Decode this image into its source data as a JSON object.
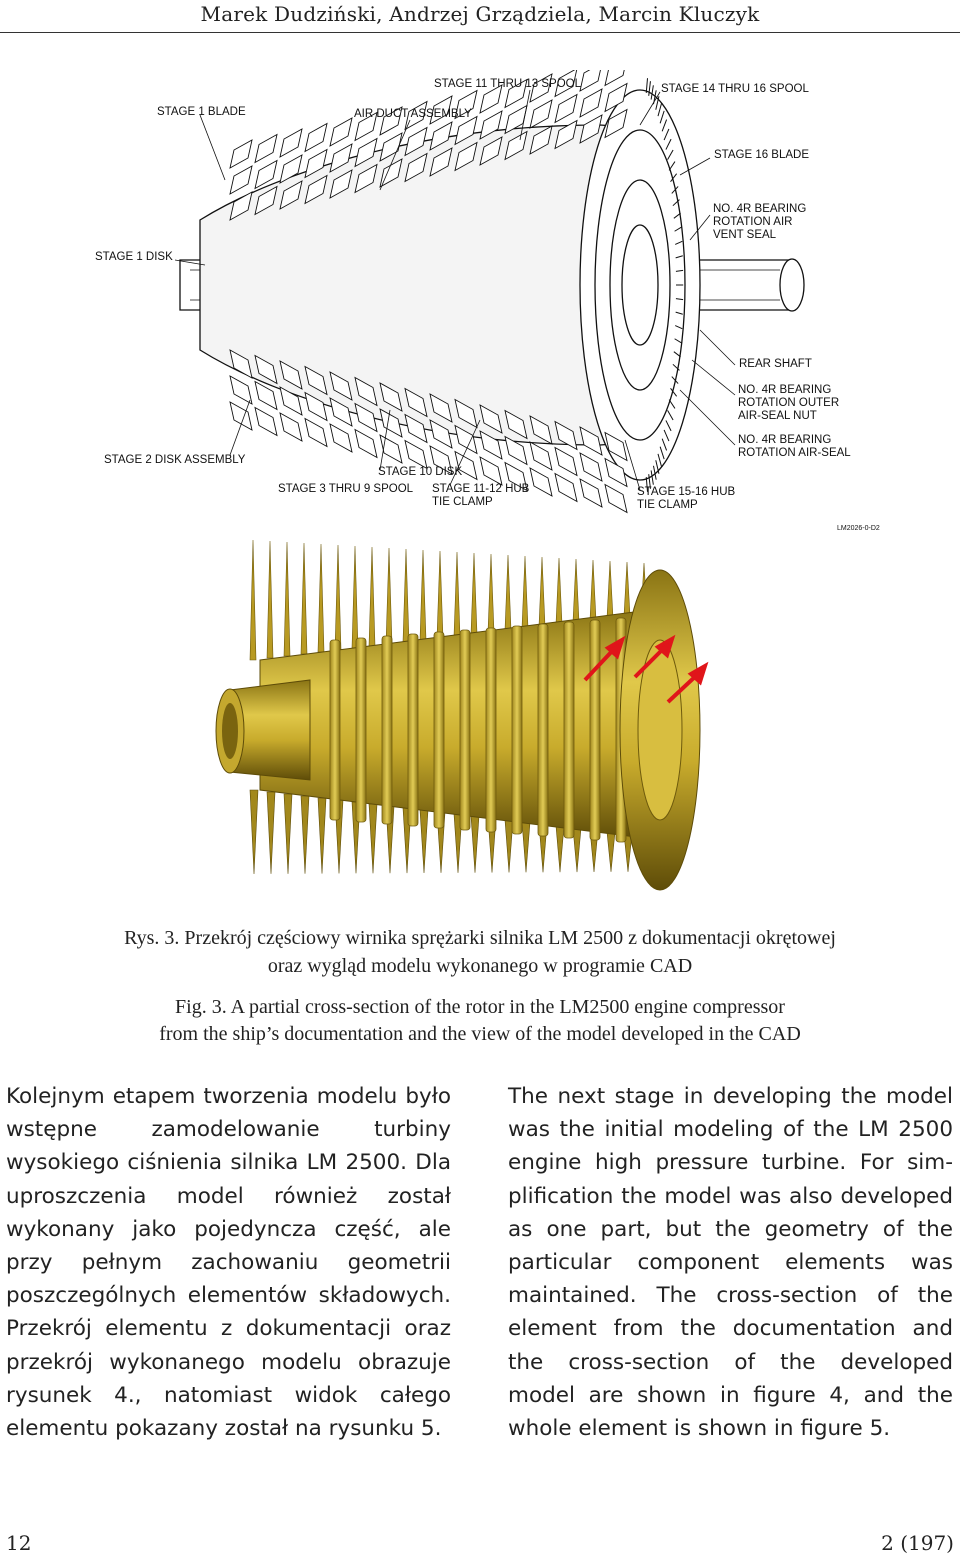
{
  "header": {
    "authors": "Marek Dudziński, Andrzej Grządziela, Marcin Kluczyk"
  },
  "figure_top": {
    "labels": {
      "stage1_blade": "STAGE 1 BLADE",
      "air_duct": "AIR DUCT ASSEMBLY",
      "stage11_13": "STAGE 11 THRU 13 SPOOL",
      "stage14_16": "STAGE 14 THRU 16 SPOOL",
      "stage16_blade": "STAGE 16 BLADE",
      "bearing_vent": "NO. 4R BEARING\nROTATION AIR\nVENT SEAL",
      "stage1_disk": "STAGE 1 DISK",
      "rear_shaft": "REAR SHAFT",
      "bearing_nut": "NO. 4R BEARING\nROTATION OUTER\nAIR-SEAL NUT",
      "bearing_seal": "NO. 4R BEARING\nROTATION AIR-SEAL",
      "stage2_disk": "STAGE 2 DISK ASSEMBLY",
      "stage10_disk": "STAGE 10 DISK",
      "stage3_9": "STAGE 3 THRU 9 SPOOL",
      "stage11_12_clamp": "STAGE 11-12 HUB\nTIE CLAMP",
      "stage15_16_clamp": "STAGE 15-16 HUB\nTIE CLAMP",
      "drawing_code": "LM2026-0-D2"
    }
  },
  "caption": {
    "pl_line1": "Rys. 3. Przekrój częściowy wirnika sprężarki silnika LM 2500 z dokumentacji okrętowej",
    "pl_line2": "oraz wygląd modelu wykonanego w programie CAD",
    "en_line1": "Fig. 3. A partial cross-section of the rotor in the LM2500 engine compressor",
    "en_line2": "from the ship’s documentation and the view of the model developed in the CAD"
  },
  "body": {
    "left": "Kolejnym etapem tworzenia modelu było wstępne zamodelowanie turbiny wysokiego ciśnienia silnika LM 2500. Dla uproszczenia model również został wykonany jako pojedyncza część, ale przy pełnym zachowaniu geometrii poszczególnych elementów składo­wych. Przekrój elementu z dokumen­tacji oraz przekrój wykonanego mode­lu obrazuje rysunek 4., natomiast widok całego elementu pokazany zo­stał na rysunku 5.",
    "right": "The next stage in developing the model was the initial modeling of the LM 2500 engine high pressure turbine. For sim­plification the model was also devel­oped as one part, but the geometry of the particular component elements was maintained. The cross-section of the element from the documentation and the cross-section of the developed model are shown in figure 4, and the whole element is shown in figure 5."
  },
  "footer": {
    "page_number": "12",
    "issue": "2 (197)"
  },
  "colors": {
    "cad_gold": "#b89a22",
    "cad_dark": "#6e5a0c",
    "arrow_red": "#e0151a"
  }
}
